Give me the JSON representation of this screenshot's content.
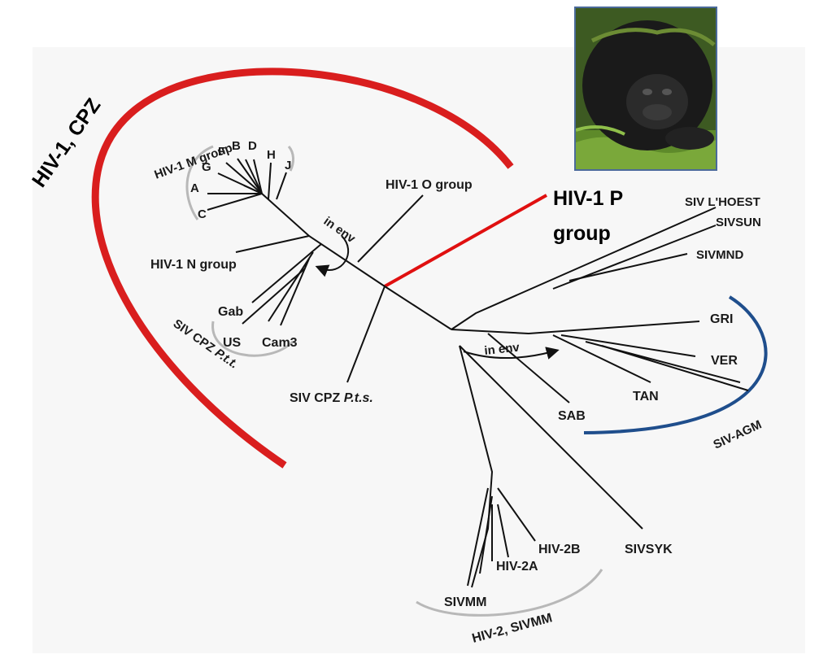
{
  "labels": {
    "hiv1_cpz": "HIV-1, CPZ",
    "hiv1_m_group": "HIV-1 M group",
    "subtype_a": "A",
    "subtype_b": "B",
    "subtype_c": "C",
    "subtype_d": "D",
    "subtype_f": "F",
    "subtype_g": "G",
    "subtype_h": "H",
    "subtype_j": "J",
    "hiv1_o_group": "HIV-1 O group",
    "hiv1_p_group_line1": "HIV-1 P",
    "hiv1_p_group_line2": "group",
    "hiv1_n_group": "HIV-1 N group",
    "in_env_1": "in env",
    "in_env_2": "in env",
    "gab": "Gab",
    "us": "US",
    "cam3": "Cam3",
    "siv_cpz_ptt_prefix": "SIV CPZ ",
    "siv_cpz_ptt_italic": "P.t.t.",
    "siv_cpz_pts_prefix": "SIV CPZ ",
    "siv_cpz_pts_italic": "P.t.s.",
    "siv_lhoest": "SIV L'HOEST",
    "sivsun": "SIVSUN",
    "sivmnd": "SIVMND",
    "gri": "GRI",
    "ver": "VER",
    "tan": "TAN",
    "sab": "SAB",
    "siv_agm": "SIV-AGM",
    "sivsyk": "SIVSYK",
    "hiv2b": "HIV-2B",
    "hiv2a": "HIV-2A",
    "sivmm": "SIVMM",
    "hiv2_sivmm": "HIV-2, SIVMM"
  },
  "colors": {
    "cpz_arc": "#d91e1e",
    "p_group_line": "#e01010",
    "agm_arc": "#1f4e8c",
    "gray_arc": "#b8b8b8",
    "branch": "#111111"
  },
  "photo": {
    "subject": "gorilla-photo"
  }
}
